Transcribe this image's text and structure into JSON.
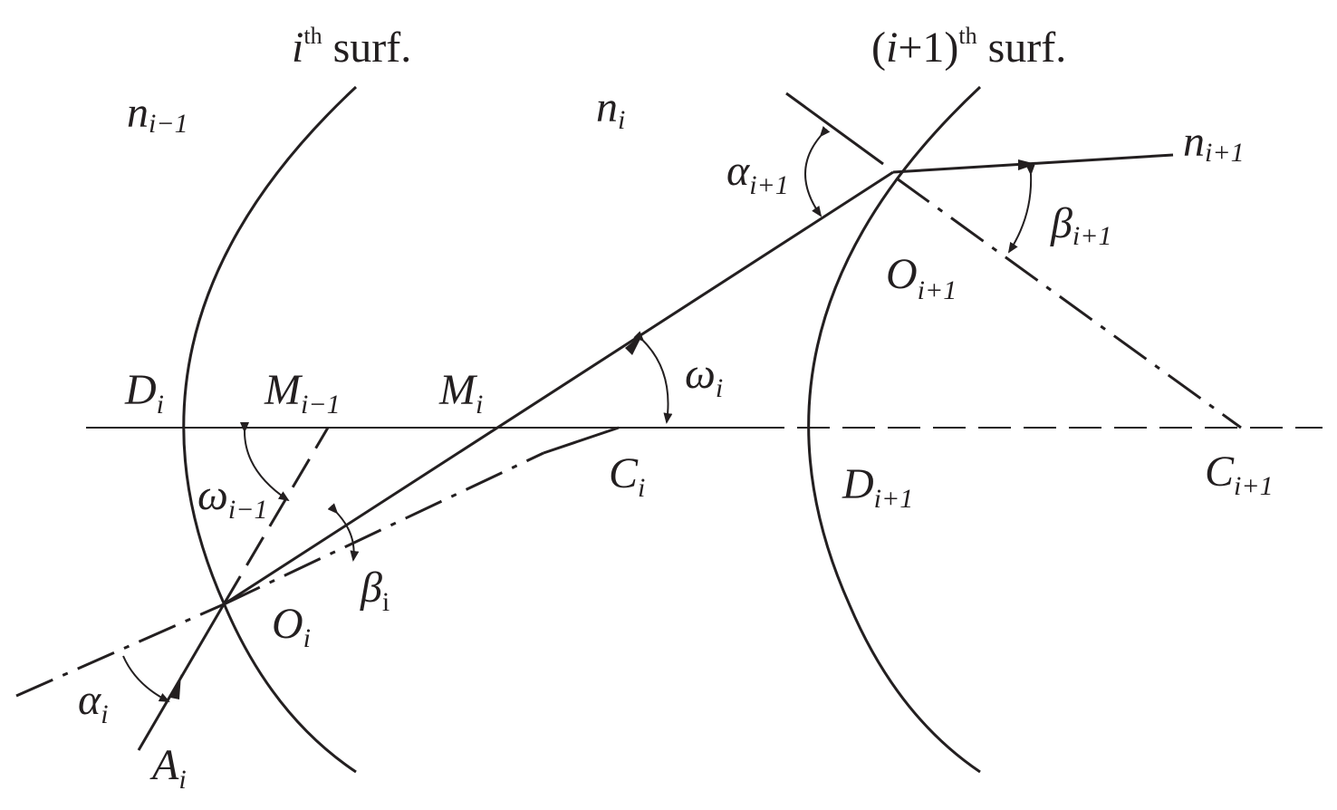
{
  "surfaces": {
    "surface_i": {
      "base": "i",
      "sup": "th",
      "text": " surf."
    },
    "surface_i1": {
      "open": "(",
      "base": "i",
      "rest": "+1)",
      "sup": "th",
      "text": " surf."
    }
  },
  "media": {
    "n_prev": {
      "sym": "n",
      "sub": "i−1"
    },
    "n_i": {
      "sym": "n",
      "sub": "i"
    },
    "n_next": {
      "sym": "n",
      "sub": "i+1"
    }
  },
  "angles": {
    "alpha_i": {
      "sym": "α",
      "sub": "i"
    },
    "alpha_next": {
      "sym": "α",
      "sub": "i+1"
    },
    "beta_i": {
      "sym": "β",
      "sub": "i"
    },
    "beta_next": {
      "sym": "β",
      "sub": "i+1"
    },
    "omega_i": {
      "sym": "ω",
      "sub": "i"
    },
    "omega_prev": {
      "sym": "ω",
      "sub": "i−1"
    }
  },
  "points": {
    "D_i": {
      "sym": "D",
      "sub": "i"
    },
    "D_next": {
      "sym": "D",
      "sub": "i+1"
    },
    "M_prev": {
      "sym": "M",
      "sub": "i−1"
    },
    "M_i": {
      "sym": "M",
      "sub": "i"
    },
    "C_i": {
      "sym": "C",
      "sub": "i"
    },
    "C_next": {
      "sym": "C",
      "sub": "i+1"
    },
    "O_i": {
      "sym": "O",
      "sub": "i"
    },
    "O_next": {
      "sym": "O",
      "sub": "i+1"
    },
    "A_i": {
      "sym": "A",
      "sub": "i"
    }
  }
}
